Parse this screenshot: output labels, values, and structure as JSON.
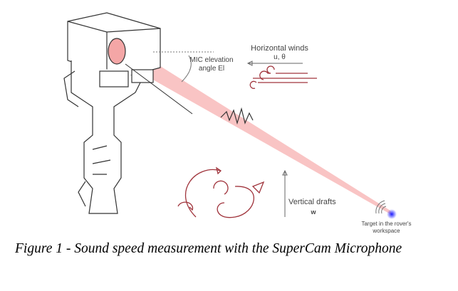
{
  "figure": {
    "labels": {
      "mic_elevation": "MIC elevation angle El",
      "horizontal_winds": "Horizontal winds",
      "horizontal_vars": "u, θ",
      "vertical_drafts": "Vertical drafts",
      "vertical_var": "w",
      "target": "Target in the rover's workspace"
    },
    "colors": {
      "beam": "#f4a6a6",
      "wind": "#a0343c",
      "target": "#1a1aff",
      "line": "#333333"
    }
  },
  "caption": "Figure 1 - Sound speed measurement with the SuperCam Microphone"
}
